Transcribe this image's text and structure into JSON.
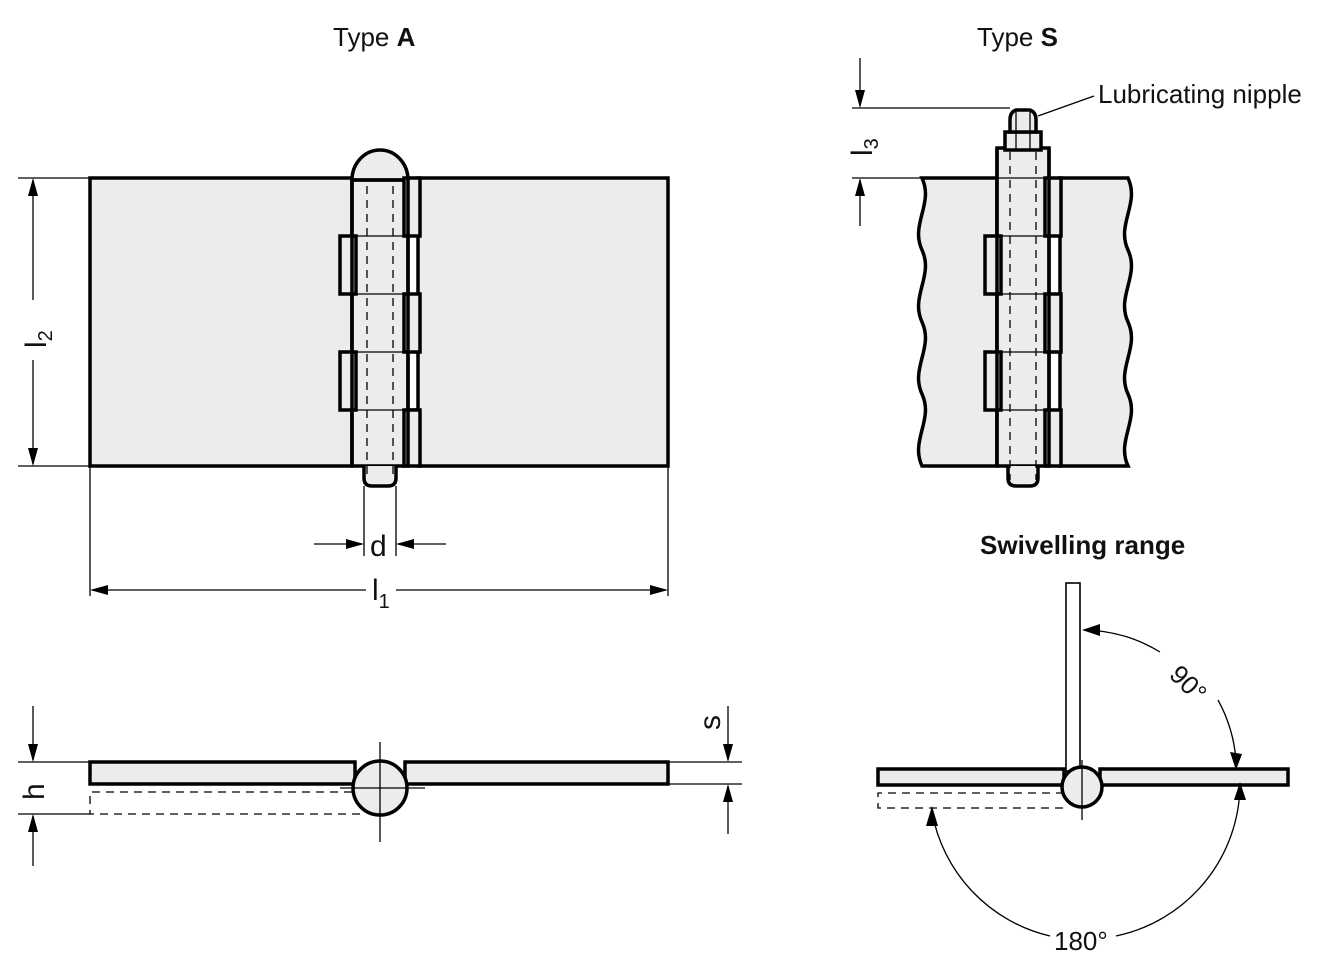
{
  "titles": {
    "type_a_prefix": "Type ",
    "type_a_letter": "A",
    "type_s_prefix": "Type ",
    "type_s_letter": "S",
    "swivelling": "Swivelling range"
  },
  "callouts": {
    "lubricating": "Lubricating nipple"
  },
  "dimensions": {
    "l2_base": "l",
    "l2_sub": "2",
    "l1_base": "l",
    "l1_sub": "1",
    "l3_base": "l",
    "l3_sub": "3",
    "d": "d",
    "s": "s",
    "h": "h"
  },
  "angles": {
    "a90": "90°",
    "a180": "180°"
  }
}
